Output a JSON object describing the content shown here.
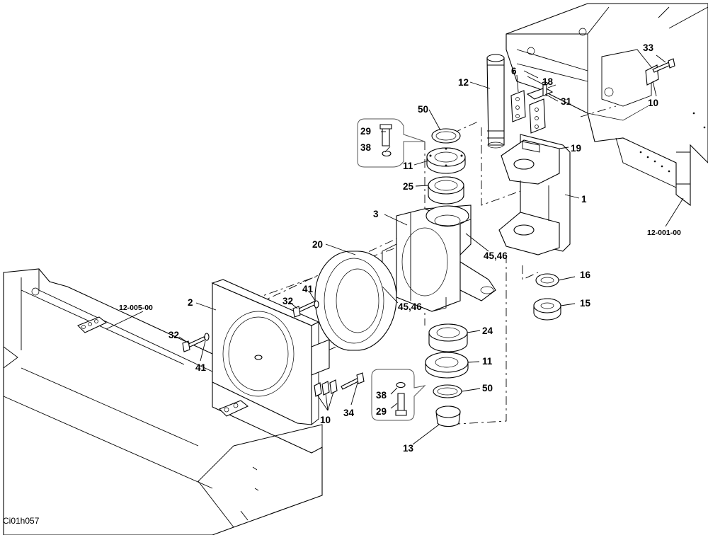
{
  "drawing_code": "Ci01h057",
  "assembly_refs": [
    "12-005-00",
    "12-001-00"
  ],
  "callouts": [
    "1",
    "2",
    "3",
    "6",
    "10",
    "10",
    "11",
    "11",
    "12",
    "13",
    "15",
    "16",
    "18",
    "19",
    "20",
    "24",
    "25",
    "29",
    "29",
    "31",
    "32",
    "32",
    "33",
    "34",
    "38",
    "38",
    "41",
    "41",
    "45,46",
    "45,46",
    "50",
    "50"
  ]
}
